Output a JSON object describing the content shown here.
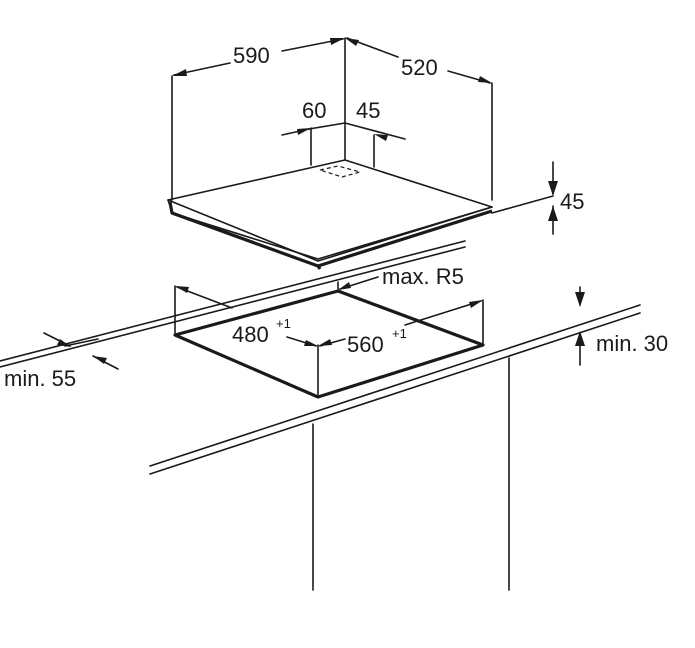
{
  "dimensions": {
    "hob_width": "590",
    "hob_depth": "520",
    "burner_offset_left": "60",
    "burner_offset_right": "45",
    "hob_height": "45",
    "corner_radius": "max. R5",
    "cutout_depth": "480",
    "cutout_depth_tolerance": "+1",
    "cutout_width": "560",
    "cutout_width_tolerance": "+1",
    "min_front_distance": "min. 55",
    "min_top_distance": "min. 30"
  },
  "colors": {
    "line": "#1a1a1a",
    "background": "#ffffff"
  }
}
